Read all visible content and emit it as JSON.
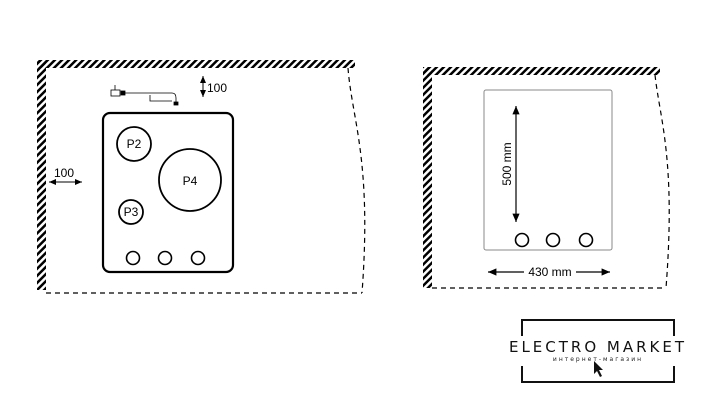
{
  "left_diagram": {
    "burners": [
      {
        "label": "P2"
      },
      {
        "label": "P4"
      },
      {
        "label": "P3"
      }
    ],
    "top_clearance": "100",
    "side_clearance": "100"
  },
  "right_diagram": {
    "cutout_height": "500 mm",
    "cutout_width": "430 mm"
  },
  "logo": {
    "title": "ELECTRO MARKET",
    "subtitle": "интернет-магазин"
  },
  "colors": {
    "line": "#000000",
    "cutout": "#888888"
  }
}
